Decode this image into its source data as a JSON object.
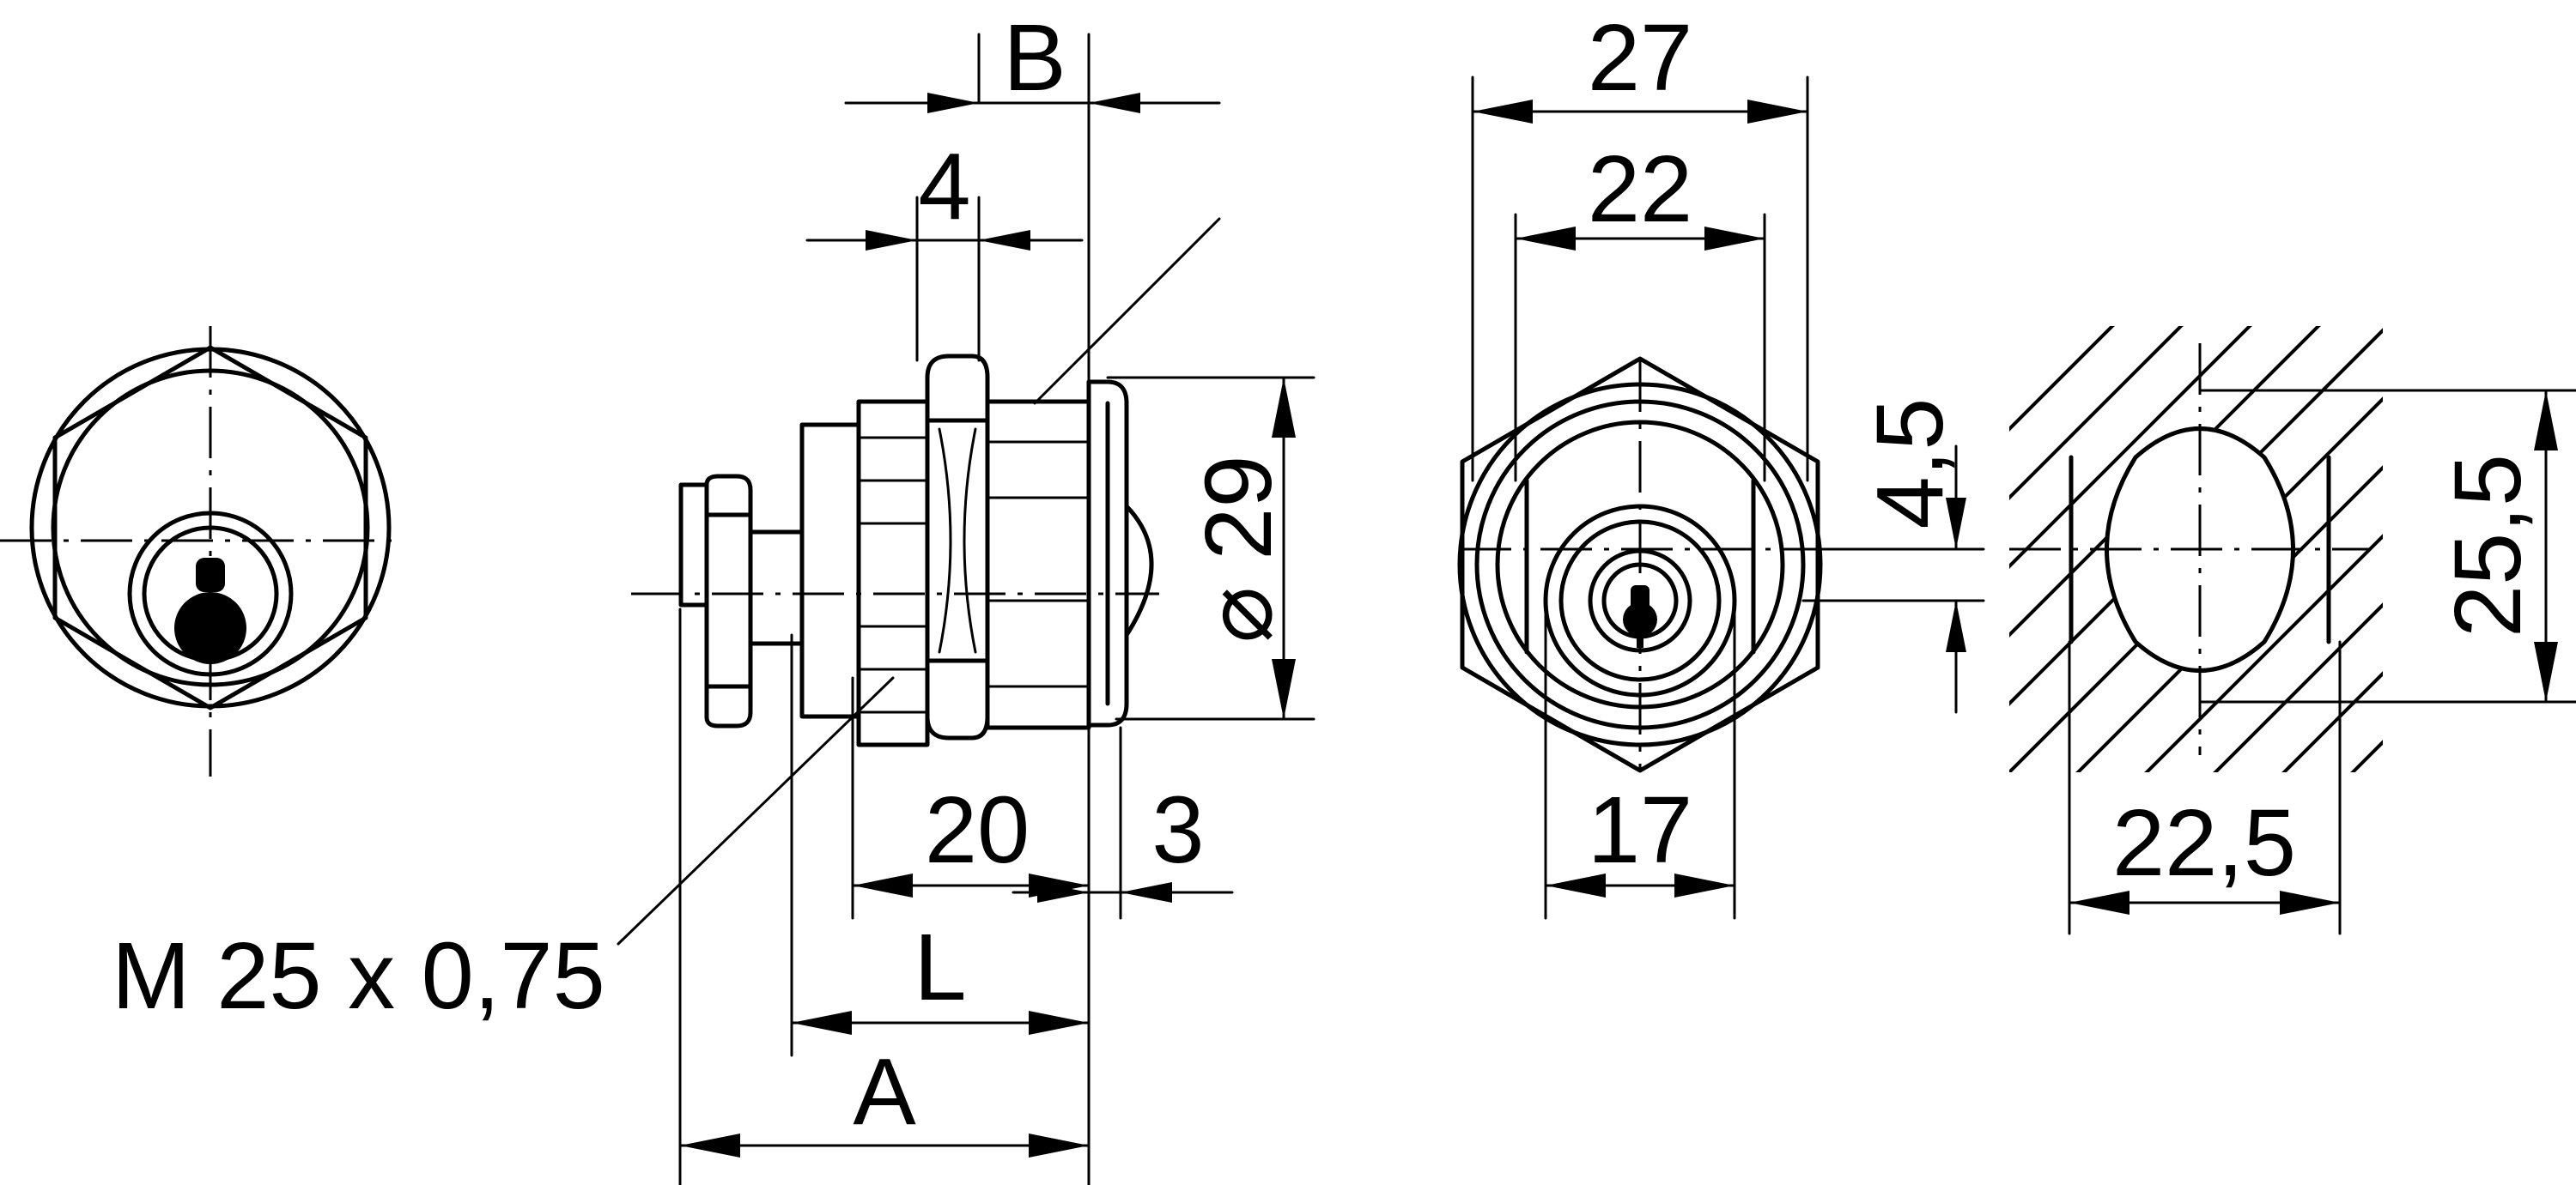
{
  "dimensions": {
    "B": "B",
    "four": "4",
    "twenty_seven": "27",
    "twenty_two": "22",
    "dia29": "⌀ 29",
    "four_five": "4,5",
    "twenty_five_five": "25,5",
    "twenty": "20",
    "three": "3",
    "seventeen": "17",
    "twenty_two_five": "22,5",
    "L": "L",
    "A": "A",
    "thread": "M 25 x 0,75"
  }
}
